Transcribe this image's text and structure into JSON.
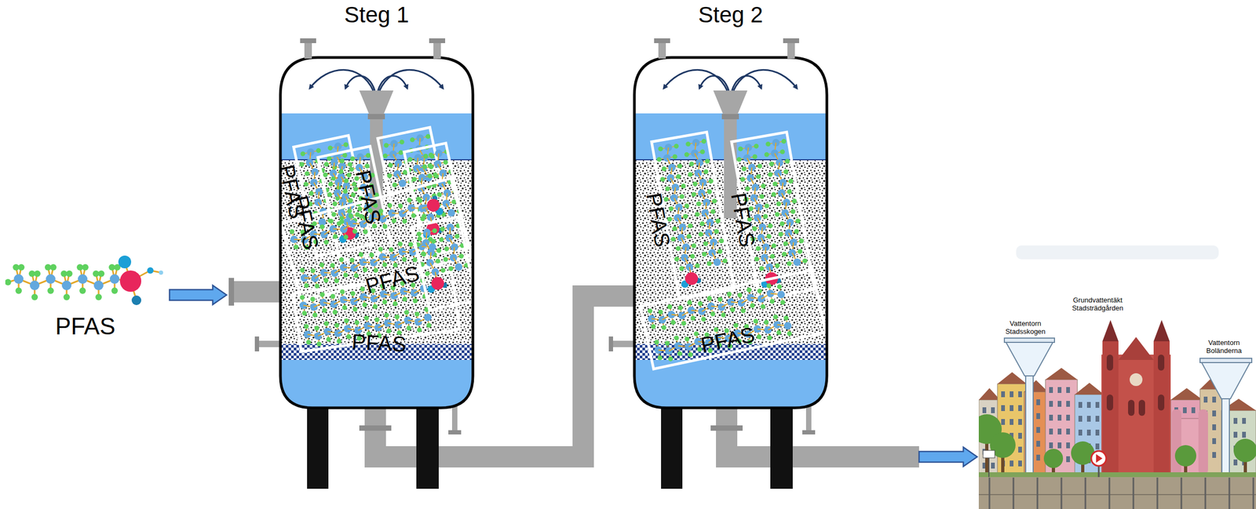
{
  "diagram": {
    "nodes": [
      {
        "text": [
          "PFAS"
        ]
      },
      {
        "text": [
          "Steg 1"
        ]
      },
      {
        "text": [
          "Steg 2"
        ]
      },
      {
        "text": [
          "Vattentorn Stadsskogen",
          "Grundvattentäkt Stadsträdgården",
          "Vattentorn Boländerna"
        ]
      }
    ],
    "edges": [
      {
        "from": 0,
        "to": 1,
        "arrow": "to"
      },
      {
        "from": 1,
        "to": 2,
        "arrow": "none"
      },
      {
        "from": 2,
        "to": 3,
        "arrow": "to"
      }
    ],
    "labels": [
      "PFAS",
      "PFAS",
      "PFAS",
      "PFAS",
      "PFAS",
      "PFAS",
      "PFAS",
      "PFAS"
    ]
  }
}
